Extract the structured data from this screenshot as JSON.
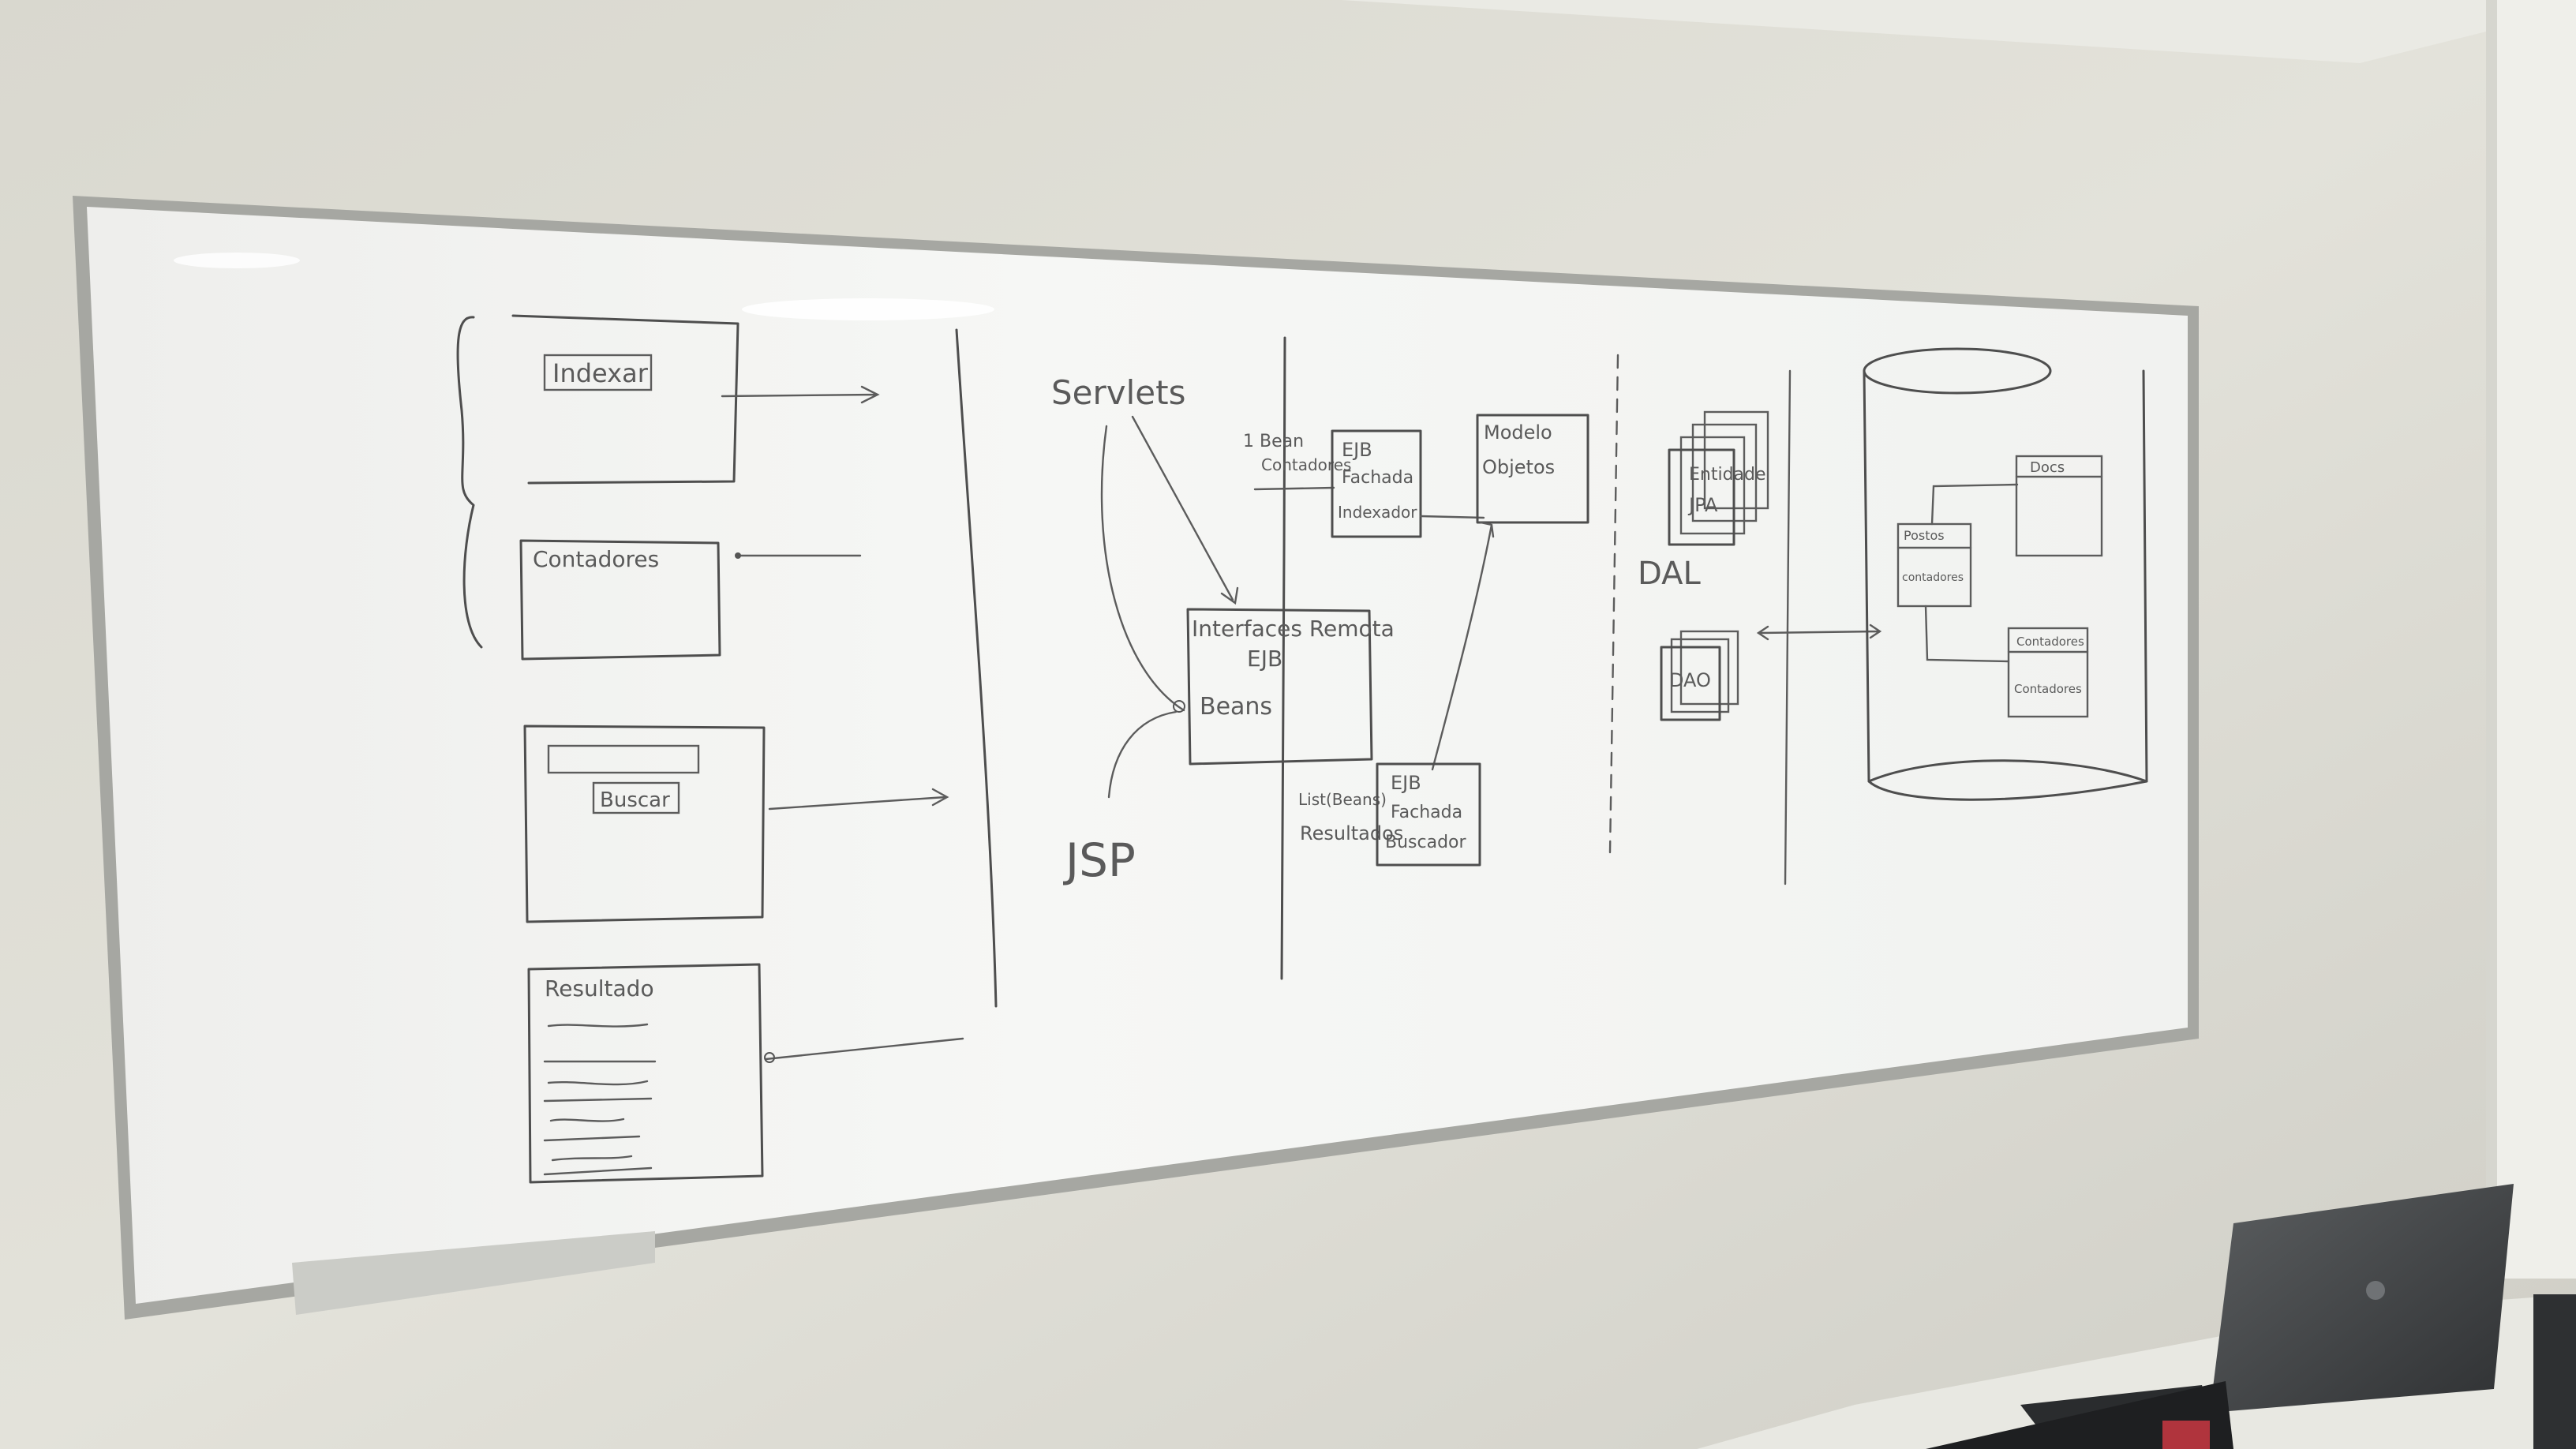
{
  "photo": {
    "wall_color": "#dcdbd2",
    "board_color": "#f4f5f3",
    "frame_color": "#a9aaa5",
    "ink_color": "#4e4e4e"
  },
  "whiteboard": {
    "presentation": {
      "indexar": "Indexar",
      "contadores": "Contadores",
      "buscar": "Buscar",
      "resultado": "Resultado"
    },
    "business": {
      "servlets": "Servlets",
      "jsp": "JSP",
      "bean_contadores": [
        "1 Bean",
        "Contadores"
      ],
      "ejb_fachada_indexador": [
        "EJB",
        "Fachada",
        "Indexador"
      ],
      "modelo_objetos": [
        "Modelo",
        "Objetos"
      ],
      "interfaces_remota": [
        "Interfaces Remota",
        "EJB"
      ],
      "beans": "Beans",
      "list_resultados": [
        "List(Beans)",
        "Resultados"
      ],
      "ejb_fachada_buscador": [
        "EJB",
        "Fachada",
        "Buscador"
      ]
    },
    "data": {
      "dal": "DAL",
      "entidade_jpa": [
        "Entidade",
        "JPA"
      ],
      "dao": "DAO",
      "db_docs": "Docs",
      "db_postos": [
        "Postos",
        "contadores"
      ],
      "db_contadores": [
        "Contadores",
        "Contadores"
      ]
    }
  }
}
